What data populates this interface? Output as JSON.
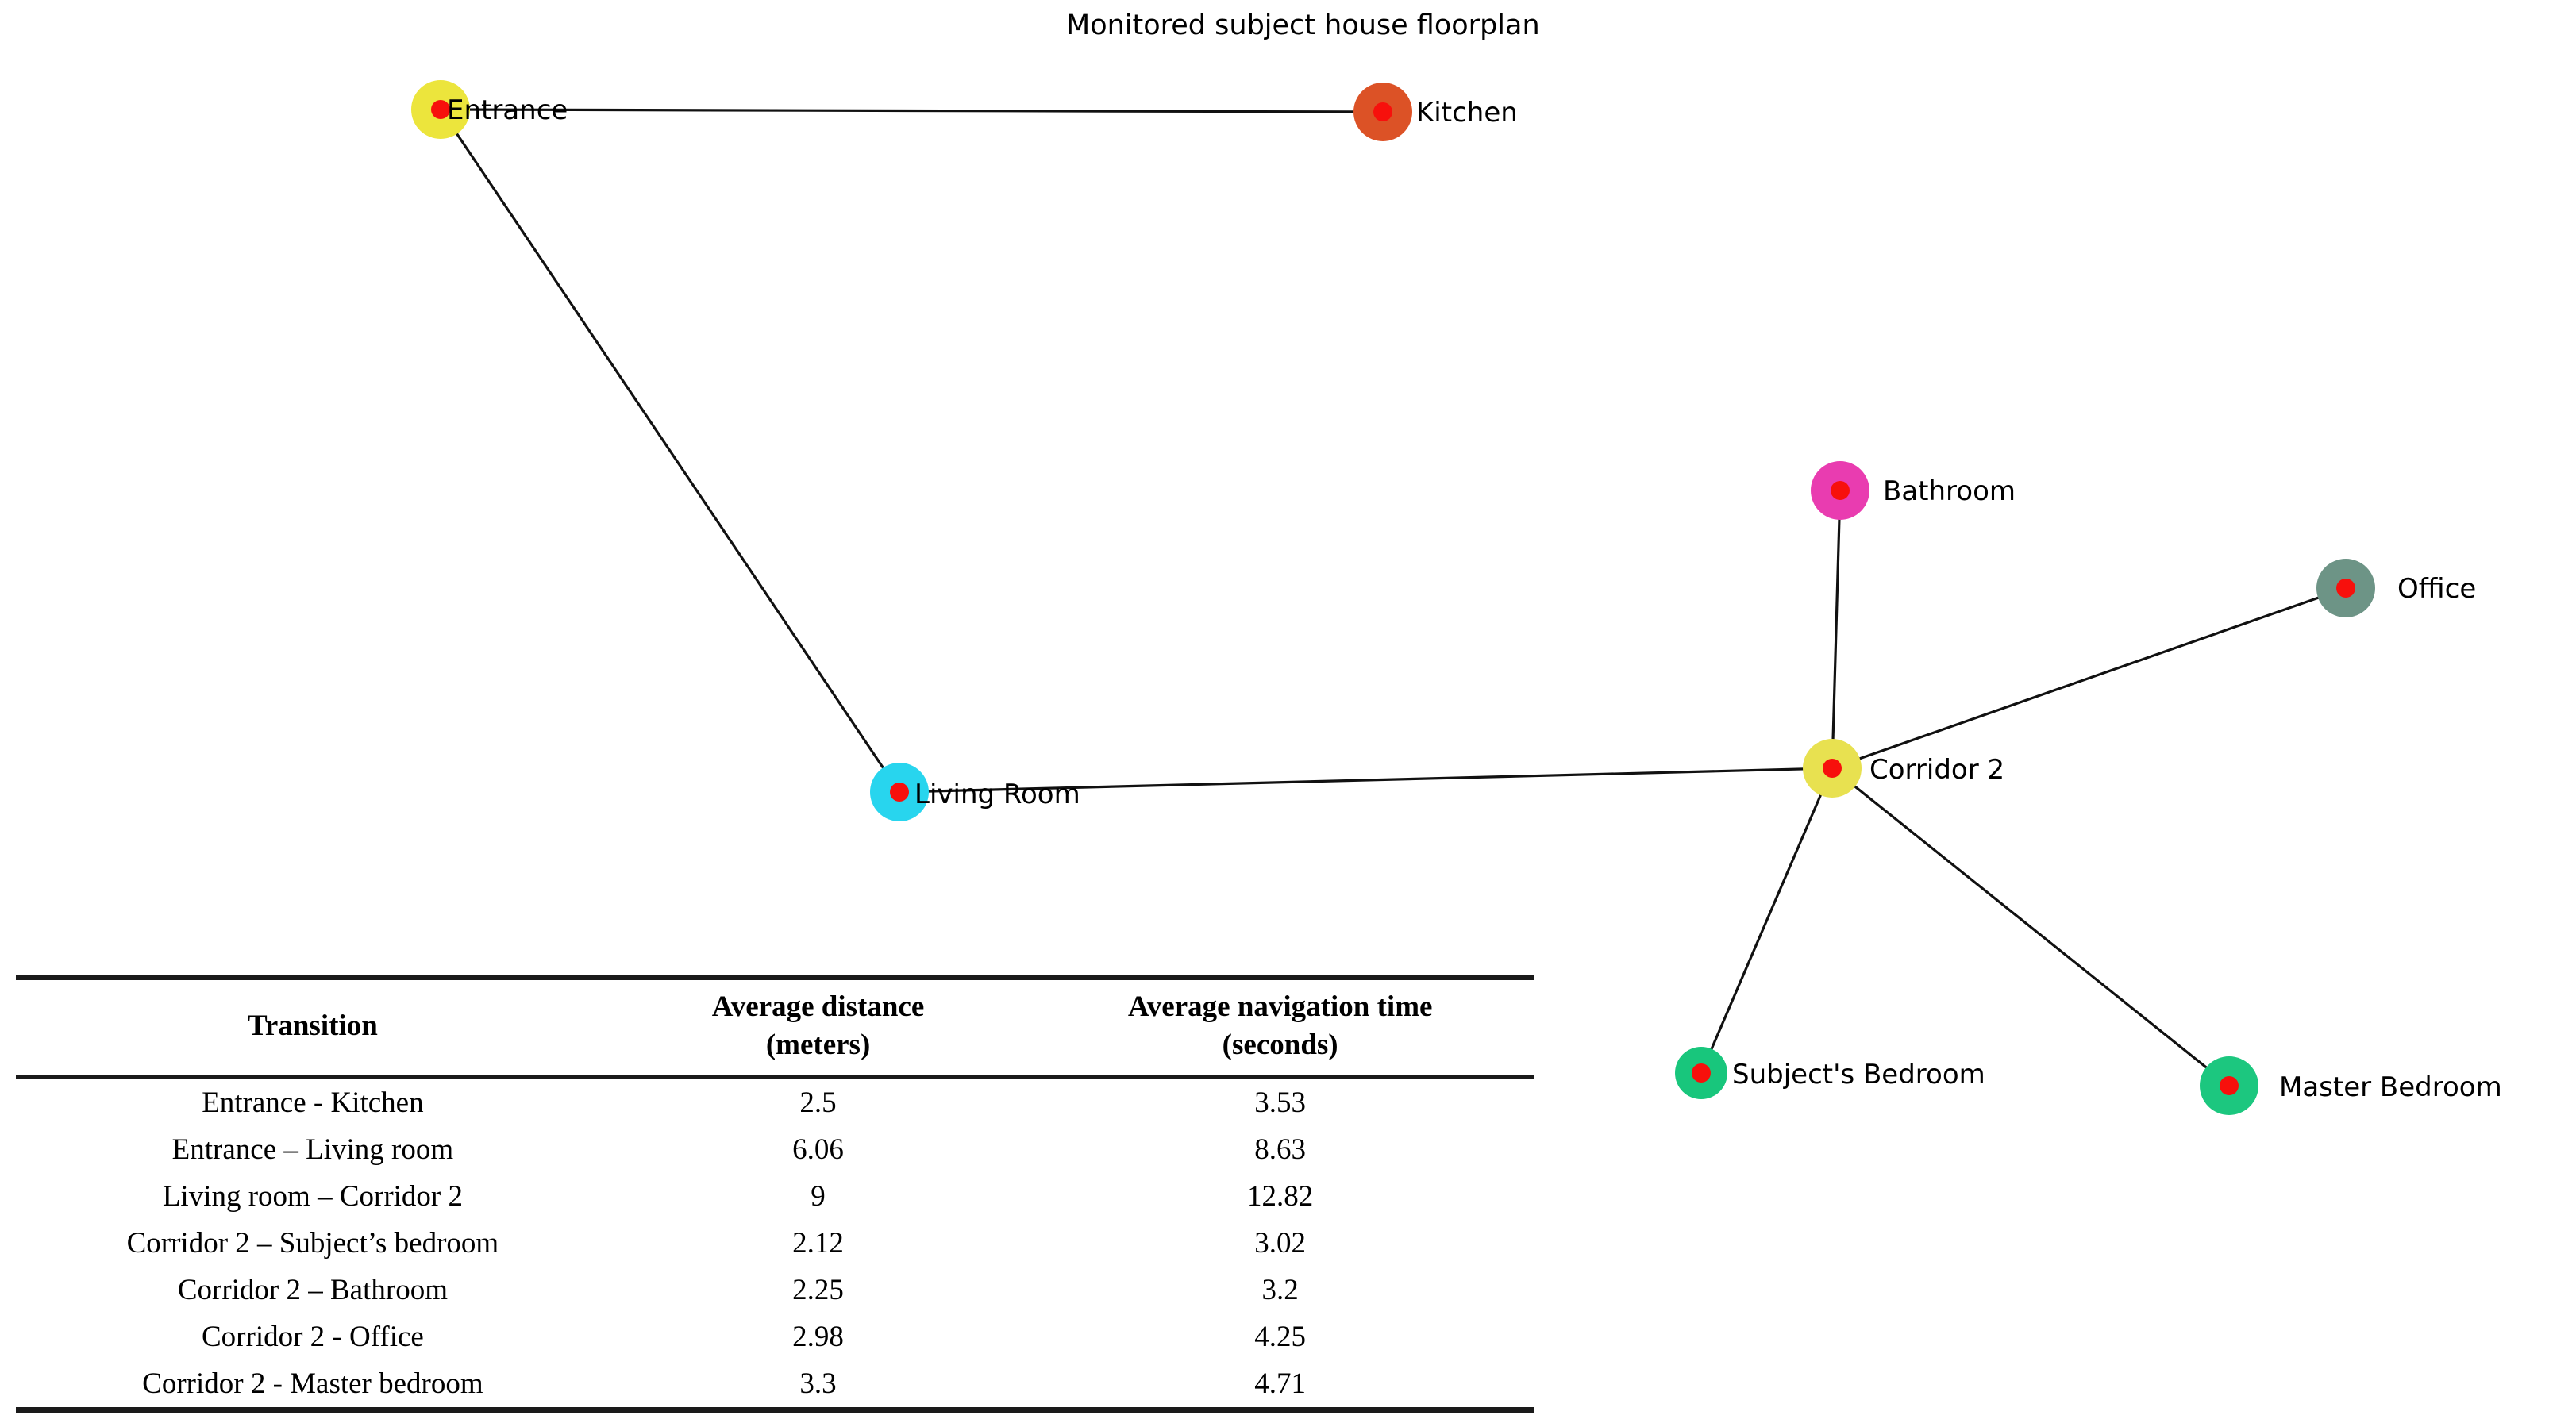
{
  "title": "Monitored subject house floorplan",
  "graph": {
    "dot_color": "#f7100c",
    "edge_color": "#111111",
    "nodes": [
      {
        "id": "entrance",
        "label": "Entrance",
        "color": "#ece53c"
      },
      {
        "id": "kitchen",
        "label": "Kitchen",
        "color": "#dc5226"
      },
      {
        "id": "bathroom",
        "label": "Bathroom",
        "color": "#e93cb0"
      },
      {
        "id": "office",
        "label": "Office",
        "color": "#6d9486"
      },
      {
        "id": "living-room",
        "label": "Living Room",
        "color": "#28d5ee"
      },
      {
        "id": "corridor-2",
        "label": "Corridor 2",
        "color": "#e8e150"
      },
      {
        "id": "subjects-bedroom",
        "label": "Subject's Bedroom",
        "color": "#18c67c"
      },
      {
        "id": "master-bedroom",
        "label": "Master Bedroom",
        "color": "#1cc77f"
      }
    ],
    "edges": [
      {
        "from": "entrance",
        "to": "kitchen"
      },
      {
        "from": "entrance",
        "to": "living-room"
      },
      {
        "from": "living-room",
        "to": "corridor-2"
      },
      {
        "from": "corridor-2",
        "to": "bathroom"
      },
      {
        "from": "corridor-2",
        "to": "office"
      },
      {
        "from": "corridor-2",
        "to": "subjects-bedroom"
      },
      {
        "from": "corridor-2",
        "to": "master-bedroom"
      }
    ]
  },
  "table": {
    "headers": [
      "Transition",
      "Average distance\n(meters)",
      "Average navigation time\n(seconds)"
    ],
    "rows": [
      {
        "transition": "Entrance - Kitchen",
        "distance": "2.5",
        "time": "3.53"
      },
      {
        "transition": "Entrance – Living room",
        "distance": "6.06",
        "time": "8.63"
      },
      {
        "transition": "Living room – Corridor 2",
        "distance": "9",
        "time": "12.82"
      },
      {
        "transition": "Corridor 2 – Subject’s bedroom",
        "distance": "2.12",
        "time": "3.02"
      },
      {
        "transition": "Corridor 2 – Bathroom",
        "distance": "2.25",
        "time": "3.2"
      },
      {
        "transition": "Corridor 2 - Office",
        "distance": "2.98",
        "time": "4.25"
      },
      {
        "transition": "Corridor 2 - Master bedroom",
        "distance": "3.3",
        "time": "4.71"
      }
    ]
  },
  "chart_data": {
    "type": "table",
    "title": "Monitored subject house floorplan",
    "columns": [
      "Transition",
      "Average distance (meters)",
      "Average navigation time (seconds)"
    ],
    "rows": [
      [
        "Entrance - Kitchen",
        2.5,
        3.53
      ],
      [
        "Entrance – Living room",
        6.06,
        8.63
      ],
      [
        "Living room – Corridor 2",
        9,
        12.82
      ],
      [
        "Corridor 2 – Subject’s bedroom",
        2.12,
        3.02
      ],
      [
        "Corridor 2 – Bathroom",
        2.25,
        3.2
      ],
      [
        "Corridor 2 - Office",
        2.98,
        4.25
      ],
      [
        "Corridor 2 - Master bedroom",
        3.3,
        4.71
      ]
    ],
    "network_nodes": [
      "Entrance",
      "Kitchen",
      "Bathroom",
      "Office",
      "Living Room",
      "Corridor 2",
      "Subject's Bedroom",
      "Master Bedroom"
    ],
    "network_edges": [
      [
        "Entrance",
        "Kitchen"
      ],
      [
        "Entrance",
        "Living Room"
      ],
      [
        "Living Room",
        "Corridor 2"
      ],
      [
        "Corridor 2",
        "Bathroom"
      ],
      [
        "Corridor 2",
        "Office"
      ],
      [
        "Corridor 2",
        "Subject's Bedroom"
      ],
      [
        "Corridor 2",
        "Master Bedroom"
      ]
    ]
  }
}
